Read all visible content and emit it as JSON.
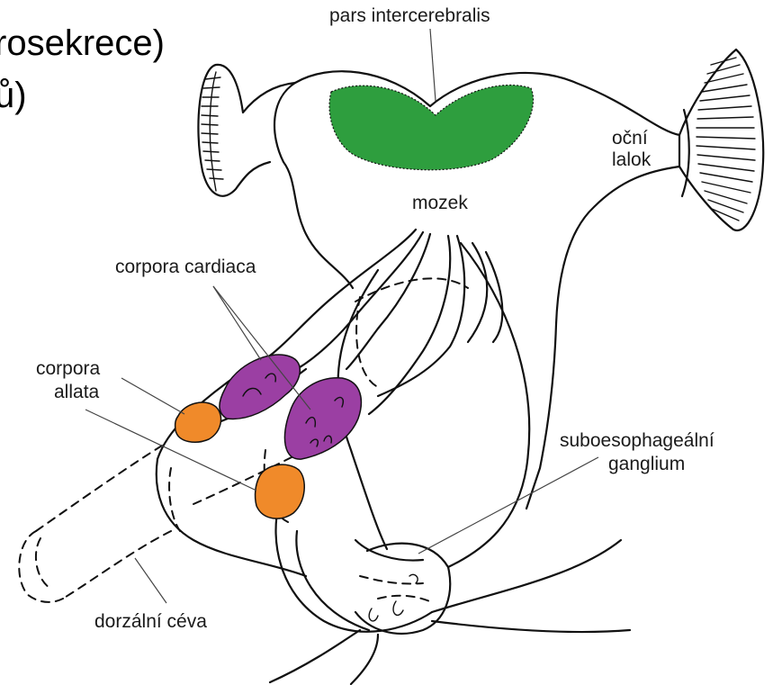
{
  "heading": {
    "line1": "rosekrece)",
    "line2": "ů)"
  },
  "labels": {
    "pars_intercerebralis": "pars intercerebralis",
    "ocni_line1": "oční",
    "ocni_line2": "lalok",
    "mozek": "mozek",
    "corpora_cardiaca": "corpora cardiaca",
    "corpora_allata_line1": "corpora",
    "corpora_allata_line2": "allata",
    "suboeso_line1": "suboesophageální",
    "suboeso_line2": "ganglium",
    "dorzalni_ceva": "dorzální céva"
  },
  "colors": {
    "pars_intercerebralis": "#2e9e3e",
    "corpora_cardiaca": "#9b3fa3",
    "corpora_allata": "#f08a2a",
    "outline": "#111111"
  }
}
